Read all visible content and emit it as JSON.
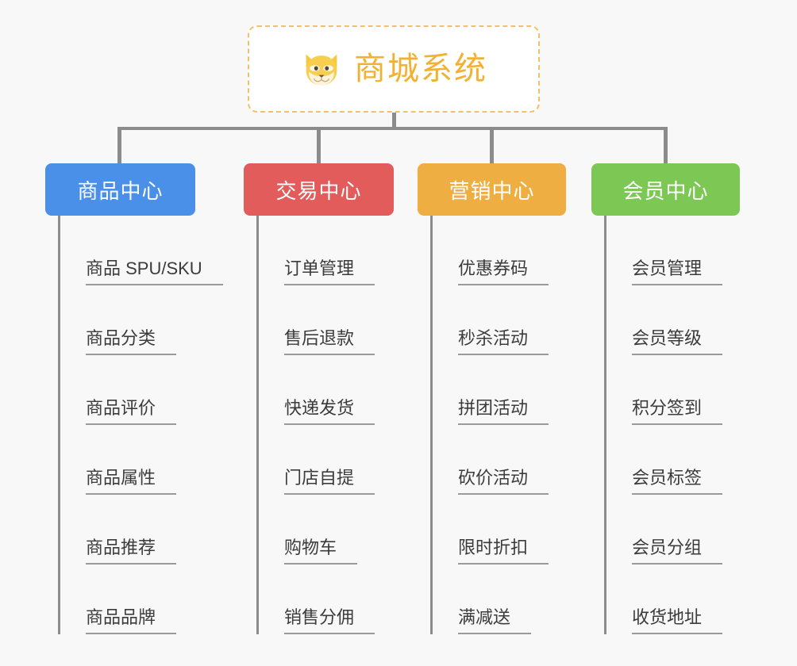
{
  "canvas": {
    "background_color": "#f8f8f8",
    "connector_color": "#8c8c8c"
  },
  "root": {
    "title": "商城系统",
    "icon": "shiba-dog-face-emoji",
    "text_color": "#f2b133",
    "border_color": "#f2c06a",
    "background_color": "#ffffff"
  },
  "columns": [
    {
      "title": "商品中心",
      "color": "#4a90e8",
      "items": [
        "商品 SPU/SKU",
        "商品分类",
        "商品评价",
        "商品属性",
        "商品推荐",
        "商品品牌"
      ]
    },
    {
      "title": "交易中心",
      "color": "#e35c5c",
      "items": [
        "订单管理",
        "售后退款",
        "快递发货",
        "门店自提",
        "购物车",
        "销售分佣"
      ]
    },
    {
      "title": "营销中心",
      "color": "#eeae42",
      "items": [
        "优惠券码",
        "秒杀活动",
        "拼团活动",
        "砍价活动",
        "限时折扣",
        "满减送"
      ]
    },
    {
      "title": "会员中心",
      "color": "#7dc855",
      "items": [
        "会员管理",
        "会员等级",
        "积分签到",
        "会员标签",
        "会员分组",
        "收货地址"
      ]
    }
  ]
}
